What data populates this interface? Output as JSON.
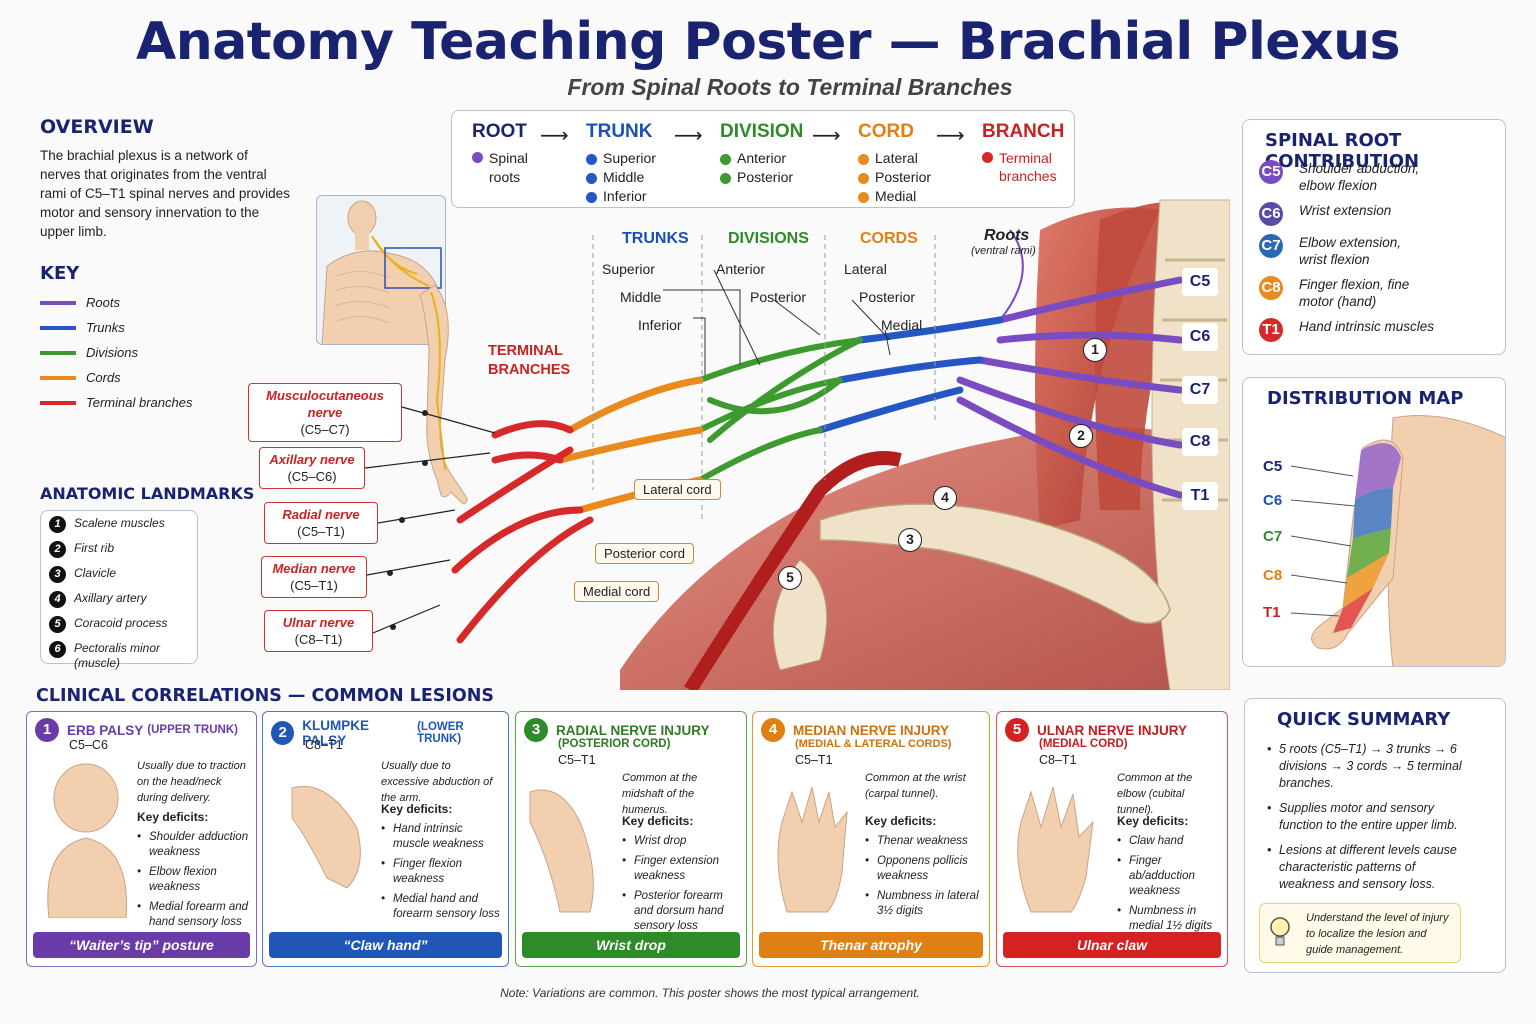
{
  "title": "Anatomy Teaching Poster — Brachial Plexus",
  "subtitle": "From Spinal Roots to Terminal Branches",
  "colors": {
    "roots": "#7a4cc2",
    "trunks": "#2456c4",
    "divisions": "#3d9a2e",
    "cords": "#e88a1c",
    "branches": "#d62a2a"
  },
  "overview": {
    "heading": "OVERVIEW",
    "text": "The brachial plexus is a network of nerves that originates from the ventral rami of C5–T1 spinal nerves and provides motor and sensory innervation to the upper limb."
  },
  "key": {
    "heading": "KEY",
    "items": [
      "Roots",
      "Trunks",
      "Divisions",
      "Cords",
      "Terminal branches"
    ]
  },
  "landmarks": {
    "heading": "ANATOMIC LANDMARKS",
    "items": [
      {
        "num": "1",
        "label": "Scalene muscles"
      },
      {
        "num": "2",
        "label": "First rib"
      },
      {
        "num": "3",
        "label": "Clavicle"
      },
      {
        "num": "4",
        "label": "Axillary artery"
      },
      {
        "num": "5",
        "label": "Coracoid process"
      },
      {
        "num": "6",
        "label": "Pectoralis minor (muscle)"
      }
    ]
  },
  "flow": [
    {
      "name": "ROOT",
      "items": [
        "Spinal roots"
      ]
    },
    {
      "name": "TRUNK",
      "items": [
        "Superior",
        "Middle",
        "Inferior"
      ]
    },
    {
      "name": "DIVISION",
      "items": [
        "Anterior",
        "Posterior"
      ]
    },
    {
      "name": "CORD",
      "items": [
        "Lateral",
        "Posterior",
        "Medial"
      ]
    },
    {
      "name": "BRANCH",
      "items": [
        "Terminal branches"
      ]
    }
  ],
  "diagram": {
    "col_trunks": "TRUNKS",
    "col_divisions": "DIVISIONS",
    "col_cords": "CORDS",
    "roots_title": "Roots",
    "roots_sub": "(ventral rami)",
    "trunk_labels": [
      "Superior",
      "Middle",
      "Inferior"
    ],
    "division_labels": [
      "Anterior",
      "Posterior"
    ],
    "cord_labels": [
      "Lateral",
      "Posterior",
      "Medial"
    ],
    "terminal_label": "TERMINAL BRANCHES",
    "cord_boxes": [
      "Lateral cord",
      "Posterior cord",
      "Medial cord"
    ],
    "root_levels": [
      "C5",
      "C6",
      "C7",
      "C8",
      "T1"
    ],
    "nerves": [
      {
        "name": "Musculocutaneous nerve",
        "roots": "(C5–C7)"
      },
      {
        "name": "Axillary nerve",
        "roots": "(C5–C6)"
      },
      {
        "name": "Radial nerve",
        "roots": "(C5–T1)"
      },
      {
        "name": "Median nerve",
        "roots": "(C5–T1)"
      },
      {
        "name": "Ulnar nerve",
        "roots": "(C8–T1)"
      }
    ],
    "landmark_markers": [
      "1",
      "2",
      "3",
      "4",
      "5"
    ]
  },
  "spinal_contribution": {
    "heading": "SPINAL ROOT CONTRIBUTION",
    "items": [
      {
        "root": "C5",
        "text": "Shoulder abduction, elbow flexion",
        "color": "#7a4cc2"
      },
      {
        "root": "C6",
        "text": "Wrist extension",
        "color": "#5a4aa8"
      },
      {
        "root": "C7",
        "text": "Elbow extension, wrist flexion",
        "color": "#2a6ab4"
      },
      {
        "root": "C8",
        "text": "Finger flexion, fine motor (hand)",
        "color": "#e88a1c"
      },
      {
        "root": "T1",
        "text": "Hand intrinsic muscles",
        "color": "#d62a2a"
      }
    ]
  },
  "distribution": {
    "heading": "DISTRIBUTION MAP",
    "levels": [
      "C5",
      "C6",
      "C7",
      "C8",
      "T1"
    ]
  },
  "clinical": {
    "heading": "CLINICAL CORRELATIONS — COMMON LESIONS",
    "deficits_label": "Key deficits:",
    "cards": [
      {
        "num": "1",
        "title": "ERB PALSY",
        "qual": "(UPPER TRUNK)",
        "roots": "C5–C6",
        "cause": "Usually due to traction on the head/neck during delivery.",
        "deficits": [
          "Shoulder adduction weakness",
          "Elbow flexion weakness",
          "Medial forearm and hand sensory loss"
        ],
        "sign": "“Waiter’s tip” posture",
        "color": "#6a3ca8"
      },
      {
        "num": "2",
        "title": "KLUMPKE PALSY",
        "qual": "(LOWER TRUNK)",
        "roots": "C8–T1",
        "cause": "Usually due to excessive abduction of the arm.",
        "deficits": [
          "Hand intrinsic muscle weakness",
          "Finger flexion weakness",
          "Medial hand and forearm sensory loss"
        ],
        "sign": "“Claw hand”",
        "color": "#1f56b8"
      },
      {
        "num": "3",
        "title": "RADIAL NERVE INJURY",
        "qual": "(POSTERIOR CORD)",
        "roots": "C5–T1",
        "cause": "Common at the midshaft of the humerus.",
        "deficits": [
          "Wrist drop",
          "Finger extension weakness",
          "Posterior forearm and dorsum hand sensory loss"
        ],
        "sign": "Wrist drop",
        "color": "#2f8a2a"
      },
      {
        "num": "4",
        "title": "MEDIAN NERVE INJURY",
        "qual": "(MEDIAL & LATERAL CORDS)",
        "roots": "C5–T1",
        "cause": "Common at the wrist (carpal tunnel).",
        "deficits": [
          "Thenar weakness",
          "Opponens pollicis weakness",
          "Numbness in lateral 3½ digits"
        ],
        "sign": "Thenar atrophy",
        "color": "#e07f14"
      },
      {
        "num": "5",
        "title": "ULNAR NERVE INJURY",
        "qual": "(MEDIAL CORD)",
        "roots": "C8–T1",
        "cause": "Common at the elbow (cubital tunnel).",
        "deficits": [
          "Claw hand",
          "Finger ab/adduction weakness",
          "Numbness in medial 1½ digits"
        ],
        "sign": "Ulnar claw",
        "color": "#d42222"
      }
    ]
  },
  "summary": {
    "heading": "QUICK SUMMARY",
    "items": [
      "5 roots (C5–T1) → 3 trunks → 6 divisions → 3 cords → 5 terminal branches.",
      "Supplies motor and sensory function to the entire upper limb.",
      "Lesions at different levels cause characteristic patterns of weakness and sensory loss."
    ],
    "tip": "Understand the level of injury to localize the lesion and guide management."
  },
  "note": "Note: Variations are common. This poster shows the most typical arrangement."
}
